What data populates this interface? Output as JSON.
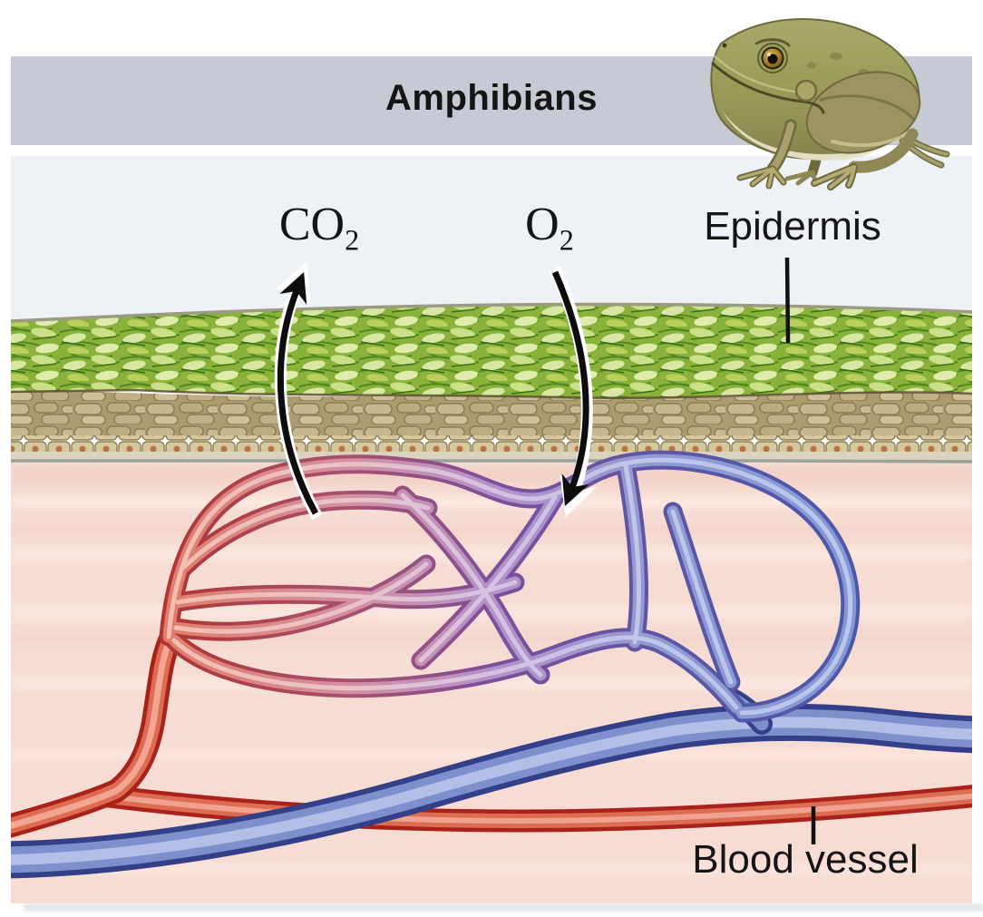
{
  "header": {
    "title": "Amphibians",
    "bar_color": "#c5cad4"
  },
  "labels": {
    "co2": {
      "text": "CO",
      "subscript": "2"
    },
    "o2": {
      "text": "O",
      "subscript": "2"
    },
    "epidermis": "Epidermis",
    "blood_vessel": "Blood vessel"
  },
  "illustration": {
    "subject": "frog skin cross-section showing cutaneous gas exchange",
    "animal": "frog",
    "arrows": [
      {
        "name": "co2-arrow",
        "direction": "up-out-of-skin"
      },
      {
        "name": "o2-arrow",
        "direction": "down-into-skin"
      }
    ],
    "layers": [
      "air",
      "epidermis",
      "dermis",
      "subcutaneous-tissue",
      "capillary-network",
      "blood-vessels"
    ],
    "colors": {
      "header_bar": "#c5cad4",
      "air_background": "#eef1f6",
      "epidermis_green": "#8ab23a",
      "dermis_tan": "#ac9b71",
      "tissue_pink": "#f6dcd3",
      "artery_red": "#cc2a1e",
      "vein_blue": "#4a58a8",
      "capillary_purple": "#9c7fc0",
      "label_text": "#151515"
    }
  }
}
